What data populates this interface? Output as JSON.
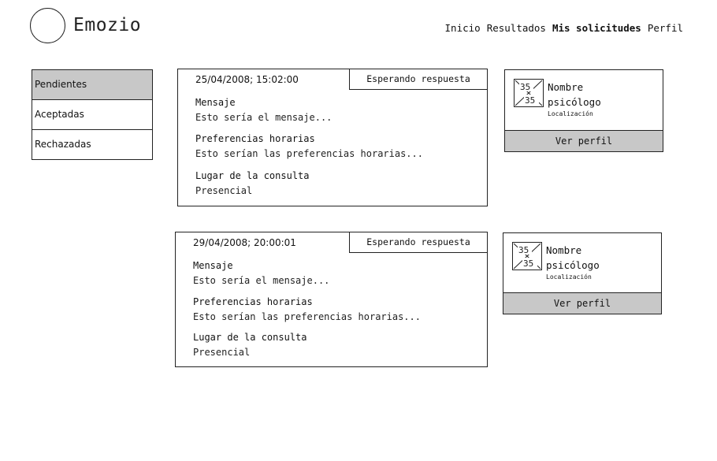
{
  "header": {
    "brand": "Emozio",
    "nav": [
      "Inicio",
      "Resultados",
      "Mis solicitudes",
      "Perfil"
    ],
    "active_nav": "Mis solicitudes"
  },
  "sidebar": {
    "items": [
      {
        "label": "Pendientes",
        "selected": true
      },
      {
        "label": "Aceptadas",
        "selected": false
      },
      {
        "label": "Rechazadas",
        "selected": false
      }
    ]
  },
  "requests": [
    {
      "datetime": "25/04/2008; 15:02:00",
      "status": "Esperando respuesta",
      "message_label": "Mensaje",
      "message": "Esto sería el mensaje...",
      "prefs_label": "Preferencias horarias",
      "prefs": "Esto serían las preferencias horarias...",
      "place_label": "Lugar de la consulta",
      "place": "Presencial",
      "psych": {
        "photo_text": "35",
        "name_line1": "Nombre",
        "name_line2": "psicólogo",
        "location": "Localización",
        "button": "Ver perfil"
      }
    },
    {
      "datetime": "29/04/2008; 20:00:01",
      "status": "Esperando respuesta",
      "message_label": "Mensaje",
      "message": "Esto sería el mensaje...",
      "prefs_label": "Preferencias horarias",
      "prefs": "Esto serían las preferencias horarias...",
      "place_label": "Lugar de la consulta",
      "place": "Presencial",
      "psych": {
        "photo_text": "35",
        "name_line1": "Nombre",
        "name_line2": "psicólogo",
        "location": "Localización",
        "button": "Ver perfil"
      }
    }
  ]
}
